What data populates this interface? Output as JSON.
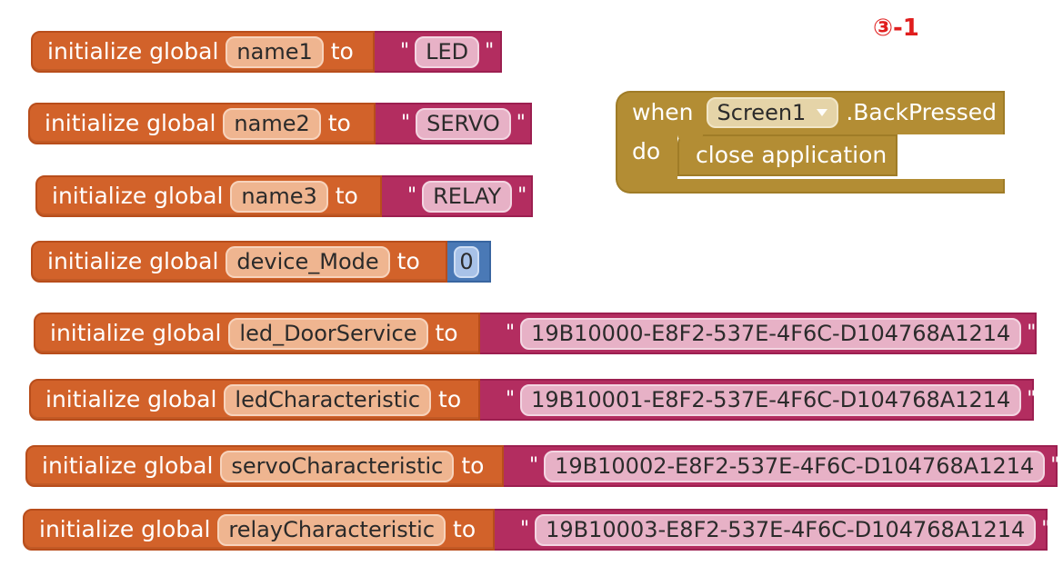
{
  "page_label": "③-1",
  "global_blocks": [
    {
      "keyword": "initialize global",
      "name": "name1",
      "connector": "to",
      "value": "LED",
      "value_type": "string"
    },
    {
      "keyword": "initialize global",
      "name": "name2",
      "connector": "to",
      "value": "SERVO",
      "value_type": "string"
    },
    {
      "keyword": "initialize global",
      "name": "name3",
      "connector": "to",
      "value": "RELAY",
      "value_type": "string"
    },
    {
      "keyword": "initialize global",
      "name": "device_Mode",
      "connector": "to",
      "value": "0",
      "value_type": "number"
    },
    {
      "keyword": "initialize global",
      "name": "led_DoorService",
      "connector": "to",
      "value": "19B10000-E8F2-537E-4F6C-D104768A1214",
      "value_type": "string"
    },
    {
      "keyword": "initialize global",
      "name": "ledCharacteristic",
      "connector": "to",
      "value": "19B10001-E8F2-537E-4F6C-D104768A1214",
      "value_type": "string"
    },
    {
      "keyword": "initialize global",
      "name": "servoCharacteristic",
      "connector": "to",
      "value": "19B10002-E8F2-537E-4F6C-D104768A1214",
      "value_type": "string"
    },
    {
      "keyword": "initialize global",
      "name": "relayCharacteristic",
      "connector": "to",
      "value": "19B10003-E8F2-537E-4F6C-D104768A1214",
      "value_type": "string"
    }
  ],
  "event_block": {
    "when_label": "when",
    "component": "Screen1",
    "event_name": ".BackPressed",
    "do_label": "do",
    "action": "close application"
  },
  "colors": {
    "global_block": "#d2622a",
    "text_block": "#b32d60",
    "math_block": "#4a79b6",
    "control_block": "#b38d34",
    "label_red": "#e01e1e"
  },
  "icons": {
    "component_dropdown": "chevron-down-icon"
  }
}
